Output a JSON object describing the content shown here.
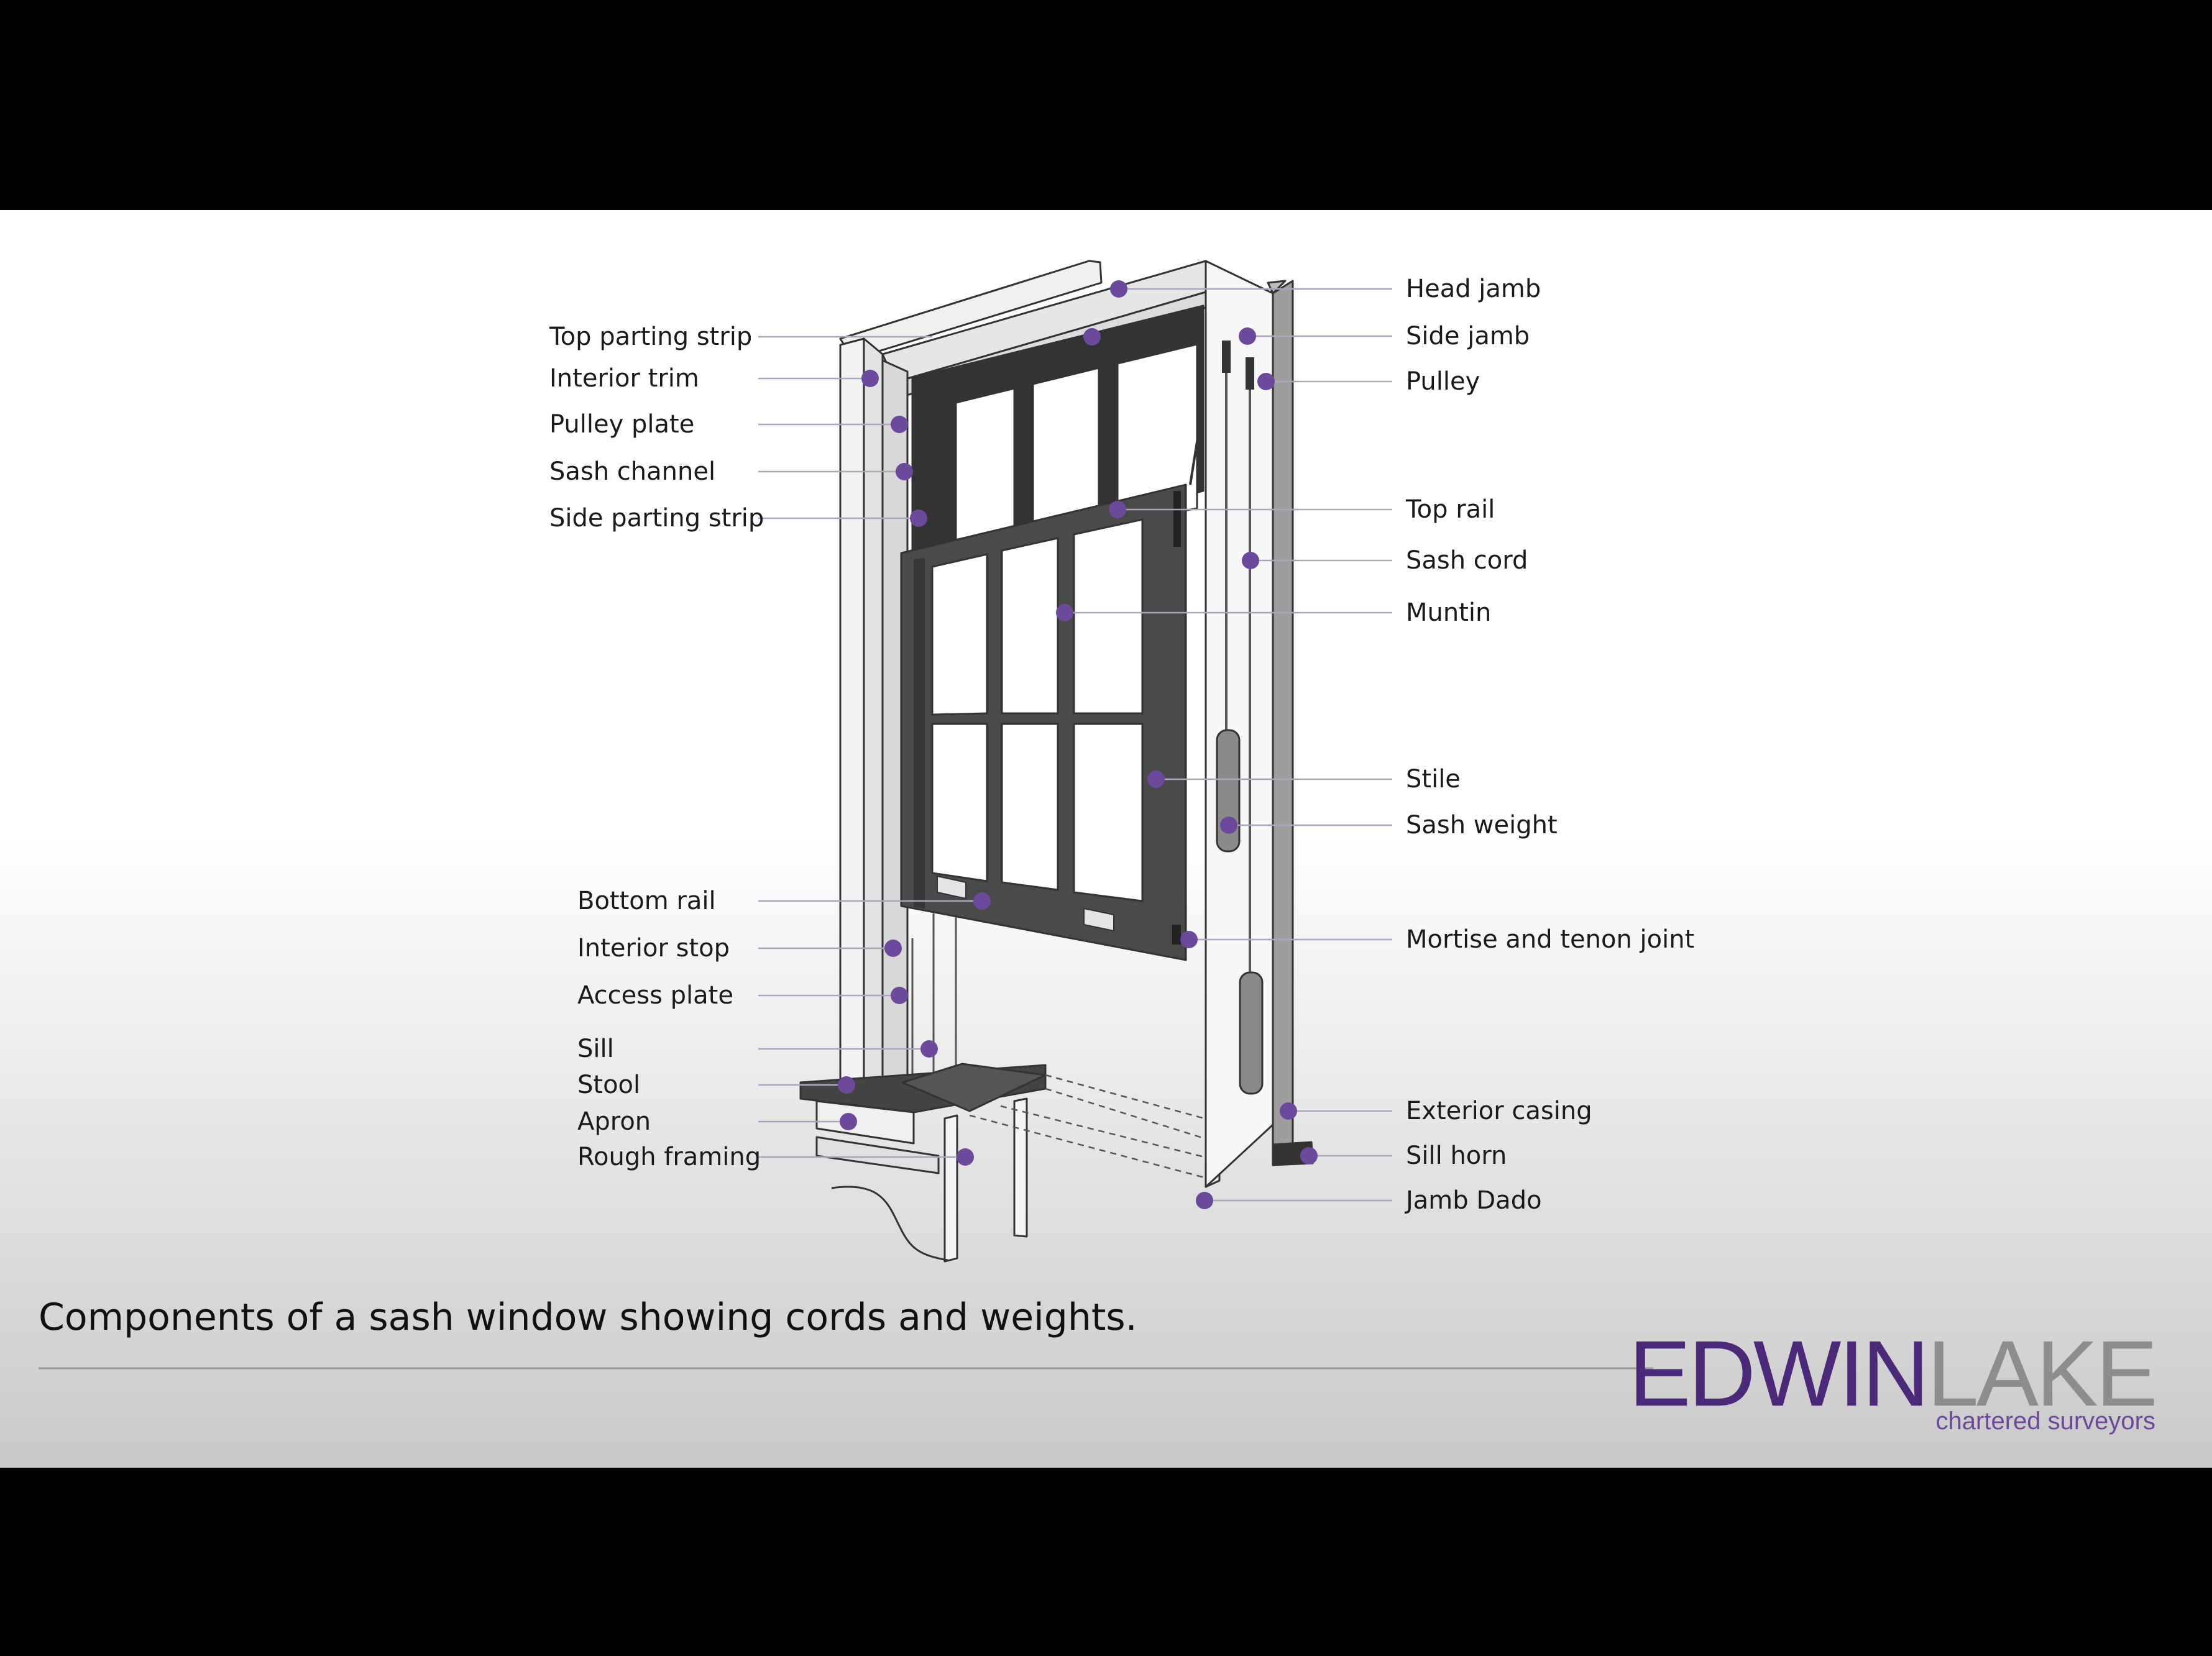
{
  "labels": {
    "head_jamb": "Head jamb",
    "side_jamb": "Side jamb",
    "pulley": "Pulley",
    "top_rail": "Top rail",
    "sash_cord": "Sash cord",
    "muntin": "Muntin",
    "stile": "Stile",
    "sash_weight": "Sash weight",
    "mortise_tenon": "Mortise and tenon joint",
    "exterior_casing": "Exterior casing",
    "sill_horn": "Sill horn",
    "jamb_dado": "Jamb Dado",
    "top_parting_strip": "Top parting strip",
    "interior_trim": "Interior trim",
    "pulley_plate": "Pulley plate",
    "sash_channel": "Sash channel",
    "side_parting_strip": "Side parting strip",
    "bottom_rail": "Bottom rail",
    "interior_stop": "Interior stop",
    "access_plate": "Access plate",
    "sill": "Sill",
    "stool": "Stool",
    "apron": "Apron",
    "rough_framing": "Rough framing"
  },
  "caption": "Components of a sash window showing cords and weights.",
  "logo": {
    "name_dark": "EDWIN",
    "name_light": "LAKE",
    "tagline": "chartered surveyors"
  },
  "colors": {
    "accent": "#6b4a9b",
    "brand": "#4a2a78",
    "sash": "#4a4a4a"
  }
}
